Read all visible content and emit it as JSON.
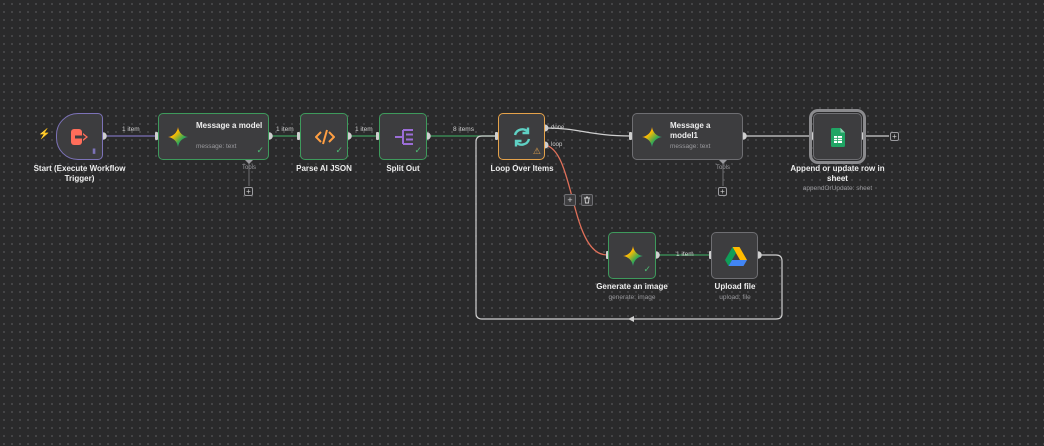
{
  "nodes": {
    "start": {
      "title": "Start (Execute Workflow Trigger)"
    },
    "message_model": {
      "title": "Message a model",
      "subtitle": "message: text",
      "tools_label": "Tools"
    },
    "parse_ai_json": {
      "title": "Parse AI JSON"
    },
    "split_out": {
      "title": "Split Out"
    },
    "loop_over_items": {
      "title": "Loop Over Items",
      "output_done": "done",
      "output_loop": "loop"
    },
    "message_model1": {
      "title": "Message a model1",
      "subtitle": "message: text",
      "tools_label": "Tools"
    },
    "append_update": {
      "title": "Append or update row in sheet",
      "subtitle": "appendOrUpdate: sheet"
    },
    "generate_image": {
      "title": "Generate an image",
      "subtitle": "generate: image"
    },
    "upload_file": {
      "title": "Upload file",
      "subtitle": "upload: file"
    }
  },
  "edges": {
    "start_to_model": "1 item",
    "model_to_parse": "1 item",
    "parse_to_split": "1 item",
    "split_to_loop": "8 items",
    "generate_to_upload": "1 item"
  },
  "colors": {
    "canvas": "#2a2a2b",
    "node_bg": "#3d3d3f",
    "success": "#3e9a5c",
    "active": "#e5a24a",
    "trigger": "#7c72b8",
    "loop_edge": "#e0705a"
  },
  "icons": {
    "start": "execute-workflow-trigger-icon",
    "message_model": "gemini-icon",
    "parse_ai_json": "code-icon",
    "split_out": "split-icon",
    "loop_over_items": "refresh-icon",
    "append_update": "google-sheets-icon",
    "upload_file": "google-drive-icon"
  }
}
